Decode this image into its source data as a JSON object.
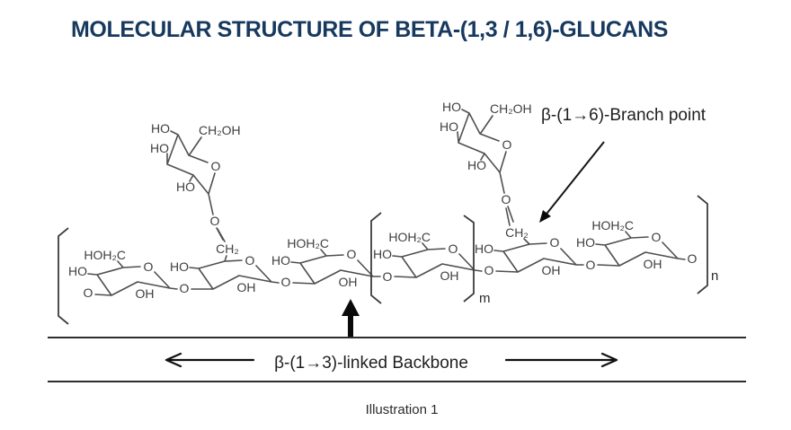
{
  "title": "MOLECULAR STRUCTURE OF BETA-(1,3 / 1,6)-GLUCANS",
  "caption": "Illustration 1",
  "labels": {
    "branch_point": "β-(1→6)-Branch point",
    "backbone": "β-(1→3)-linked Backbone",
    "repeat_inner": "m",
    "repeat_outer": "n"
  },
  "atoms": {
    "ho": "HO",
    "oh": "OH",
    "o": "O",
    "ch2": "CH₂",
    "ch2oh": "CH₂OH",
    "hoh2c": "HOH₂C"
  },
  "colors": {
    "title": "#17395f",
    "bond": "#4f4f4f",
    "atom_label": "#3f3f3f",
    "annotation": "#1f1f1f"
  }
}
